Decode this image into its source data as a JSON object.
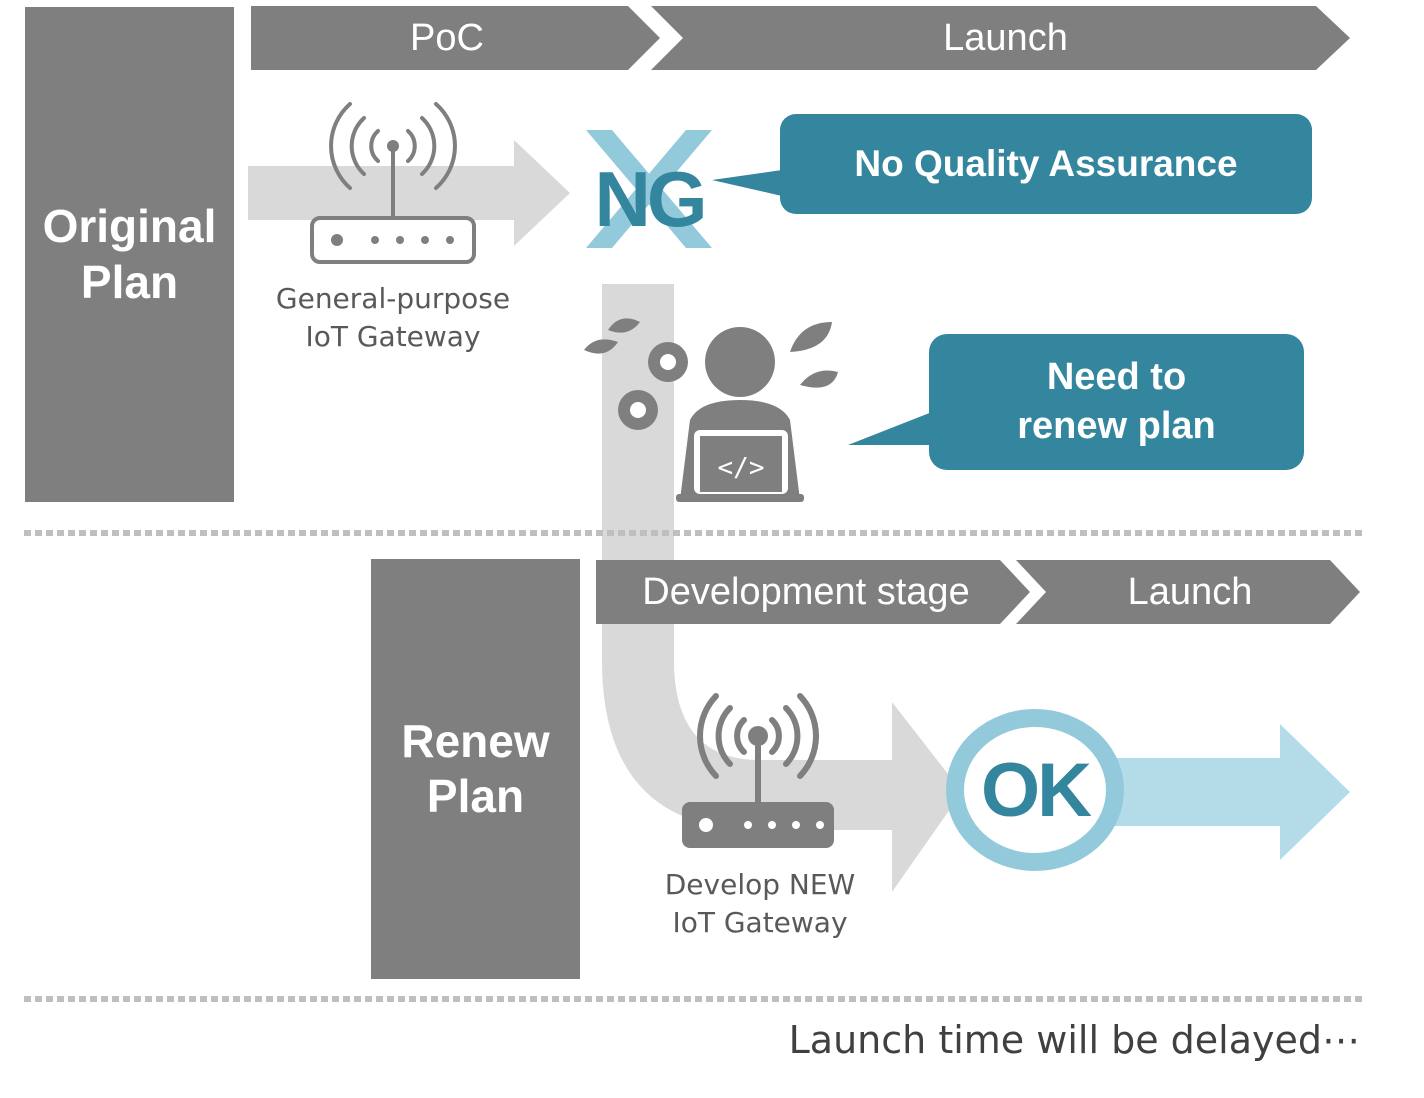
{
  "original_plan": {
    "label": "Original Plan",
    "stages": [
      "PoC",
      "Launch"
    ],
    "device_caption_line1": "General-purpose",
    "device_caption_line2": "IoT Gateway",
    "result": "NG",
    "callout": "No Quality Assurance"
  },
  "transition": {
    "callout_line1": "Need to",
    "callout_line2": "renew plan"
  },
  "renew_plan": {
    "label_line1": "Renew",
    "label_line2": "Plan",
    "stages": [
      "Development stage",
      "Launch"
    ],
    "device_caption_line1": "Develop NEW",
    "device_caption_line2": "IoT Gateway",
    "result": "OK"
  },
  "footer": {
    "note": "Launch time will be delayed⋯"
  },
  "colors": {
    "gray": "#7f7f7f",
    "light_gray": "#d9d9d9",
    "teal": "#33869e",
    "light_blue": "#92cadc",
    "pale_blue": "#b4dce8"
  }
}
